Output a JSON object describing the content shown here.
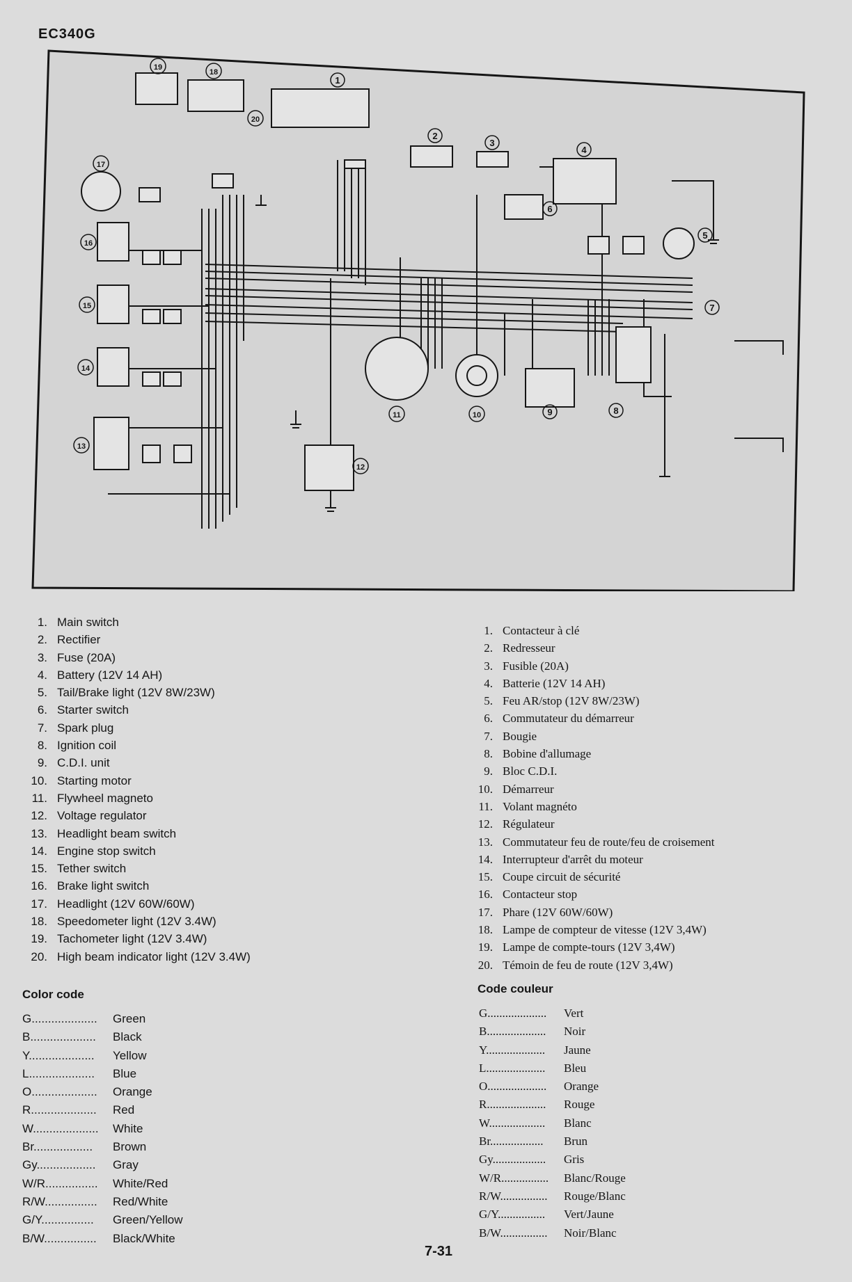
{
  "header": "EC340G",
  "page_number": "7-31",
  "component_numbers": [
    "1",
    "2",
    "3",
    "4",
    "5",
    "6",
    "7",
    "8",
    "9",
    "10",
    "11",
    "12",
    "13",
    "14",
    "15",
    "16",
    "17",
    "18",
    "19",
    "20"
  ],
  "legend_en": [
    {
      "num": "1.",
      "text": "Main switch"
    },
    {
      "num": "2.",
      "text": "Rectifier"
    },
    {
      "num": "3.",
      "text": "Fuse (20A)"
    },
    {
      "num": "4.",
      "text": "Battery (12V 14 AH)"
    },
    {
      "num": "5.",
      "text": "Tail/Brake light (12V 8W/23W)"
    },
    {
      "num": "6.",
      "text": "Starter switch"
    },
    {
      "num": "7.",
      "text": "Spark plug"
    },
    {
      "num": "8.",
      "text": "Ignition coil"
    },
    {
      "num": "9.",
      "text": "C.D.I. unit"
    },
    {
      "num": "10.",
      "text": "Starting motor"
    },
    {
      "num": "11.",
      "text": "Flywheel magneto"
    },
    {
      "num": "12.",
      "text": "Voltage regulator"
    },
    {
      "num": "13.",
      "text": "Headlight beam switch"
    },
    {
      "num": "14.",
      "text": "Engine stop switch"
    },
    {
      "num": "15.",
      "text": "Tether switch"
    },
    {
      "num": "16.",
      "text": "Brake light switch"
    },
    {
      "num": "17.",
      "text": "Headlight (12V 60W/60W)"
    },
    {
      "num": "18.",
      "text": "Speedometer light (12V 3.4W)"
    },
    {
      "num": "19.",
      "text": "Tachometer light (12V 3.4W)"
    },
    {
      "num": "20.",
      "text": "High beam indicator light (12V 3.4W)"
    }
  ],
  "legend_fr": [
    {
      "num": "1.",
      "text": "Contacteur à clé"
    },
    {
      "num": "2.",
      "text": "Redresseur"
    },
    {
      "num": "3.",
      "text": "Fusible (20A)"
    },
    {
      "num": "4.",
      "text": "Batterie (12V 14 AH)"
    },
    {
      "num": "5.",
      "text": "Feu AR/stop (12V 8W/23W)"
    },
    {
      "num": "6.",
      "text": "Commutateur du démarreur"
    },
    {
      "num": "7.",
      "text": "Bougie"
    },
    {
      "num": "8.",
      "text": "Bobine d'allumage"
    },
    {
      "num": "9.",
      "text": "Bloc C.D.I."
    },
    {
      "num": "10.",
      "text": "Démarreur"
    },
    {
      "num": "11.",
      "text": "Volant magnéto"
    },
    {
      "num": "12.",
      "text": "Régulateur"
    },
    {
      "num": "13.",
      "text": "Commutateur feu de route/feu de croisement"
    },
    {
      "num": "14.",
      "text": "Interrupteur d'arrêt du moteur"
    },
    {
      "num": "15.",
      "text": "Coupe circuit de sécurité"
    },
    {
      "num": "16.",
      "text": "Contacteur stop"
    },
    {
      "num": "17.",
      "text": "Phare (12V 60W/60W)"
    },
    {
      "num": "18.",
      "text": "Lampe de compteur de vitesse (12V 3,4W)"
    },
    {
      "num": "19.",
      "text": "Lampe de compte-tours (12V 3,4W)"
    },
    {
      "num": "20.",
      "text": "Témoin de feu de route (12V 3,4W)"
    }
  ],
  "color_code_en": {
    "heading": "Color code",
    "items": [
      {
        "abbr": "G....................",
        "name": "Green"
      },
      {
        "abbr": "B....................",
        "name": "Black"
      },
      {
        "abbr": "Y....................",
        "name": "Yellow"
      },
      {
        "abbr": "L....................",
        "name": "Blue"
      },
      {
        "abbr": "O....................",
        "name": "Orange"
      },
      {
        "abbr": "R....................",
        "name": "Red"
      },
      {
        "abbr": "W....................",
        "name": "White"
      },
      {
        "abbr": "Br..................",
        "name": "Brown"
      },
      {
        "abbr": "Gy..................",
        "name": "Gray"
      },
      {
        "abbr": "W/R................",
        "name": "White/Red"
      },
      {
        "abbr": "R/W................",
        "name": "Red/White"
      },
      {
        "abbr": "G/Y................",
        "name": "Green/Yellow"
      },
      {
        "abbr": "B/W................",
        "name": "Black/White"
      }
    ]
  },
  "color_code_fr": {
    "heading": "Code couleur",
    "items": [
      {
        "abbr": "G....................",
        "name": "Vert"
      },
      {
        "abbr": "B....................",
        "name": "Noir"
      },
      {
        "abbr": "Y....................",
        "name": "Jaune"
      },
      {
        "abbr": "L....................",
        "name": "Bleu"
      },
      {
        "abbr": "O....................",
        "name": "Orange"
      },
      {
        "abbr": "R....................",
        "name": "Rouge"
      },
      {
        "abbr": "W...................",
        "name": "Blanc"
      },
      {
        "abbr": "Br..................",
        "name": "Brun"
      },
      {
        "abbr": "Gy..................",
        "name": "Gris"
      },
      {
        "abbr": "W/R................",
        "name": "Blanc/Rouge"
      },
      {
        "abbr": "R/W................",
        "name": "Rouge/Blanc"
      },
      {
        "abbr": "G/Y................",
        "name": "Vert/Jaune"
      },
      {
        "abbr": "B/W................",
        "name": "Noir/Blanc"
      }
    ]
  },
  "colors": {
    "ink": "#151515",
    "paper": "#dcdcdc",
    "frame_fill": "#d4d4d4"
  }
}
